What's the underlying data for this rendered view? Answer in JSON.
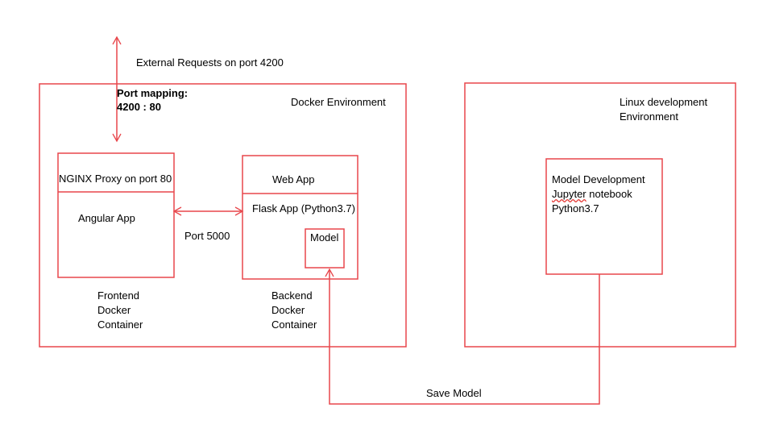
{
  "colors": {
    "line": "#e8474c",
    "text": "#000000",
    "spellcheck": "#e53935"
  },
  "external_requests": "External Requests on port 4200",
  "port_mapping": {
    "title": "Port mapping:",
    "value": "4200 : 80"
  },
  "docker_env": {
    "label": "Docker Environment"
  },
  "linux_env": {
    "label_line1": "Linux development",
    "label_line2": "Environment"
  },
  "frontend": {
    "header": "NGINX Proxy on port 80",
    "body": "Angular App",
    "caption_line1": "Frontend",
    "caption_line2": "Docker",
    "caption_line3": "Container"
  },
  "backend": {
    "header": "Web App",
    "body": "Flask App (Python3.7)",
    "model": "Model",
    "caption_line1": "Backend",
    "caption_line2": "Docker",
    "caption_line3": "Container"
  },
  "port_link": "Port 5000",
  "model_dev": {
    "line1": "Model Development",
    "line2": "Jupyter",
    "line2_rest": " notebook",
    "line3": "Python3.7"
  },
  "save_model": "Save Model"
}
